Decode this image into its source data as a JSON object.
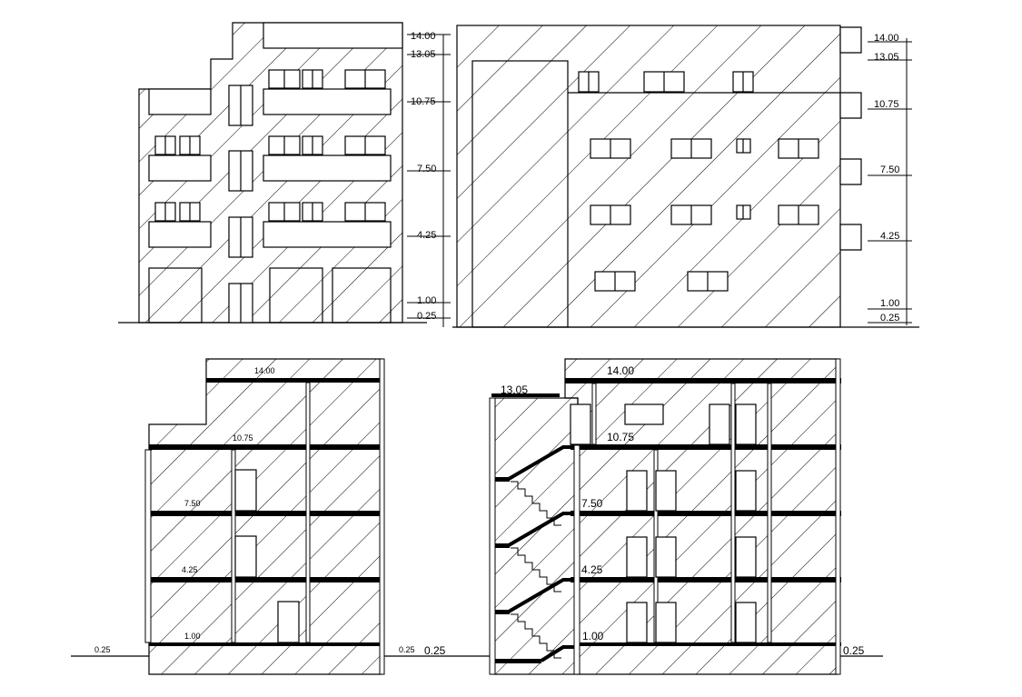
{
  "colors": {
    "ink": "#000000",
    "paper": "#ffffff"
  },
  "elevation_front": {
    "levels": [
      "14.00",
      "13.05",
      "10.75",
      "7.50",
      "4.25",
      "1.00",
      "0.25"
    ]
  },
  "elevation_side": {
    "levels": [
      "14.00",
      "13.05",
      "10.75",
      "7.50",
      "4.25",
      "1.00",
      "0.25"
    ]
  },
  "section_a": {
    "levels": [
      "14.00",
      "10.75",
      "7.50",
      "4.25",
      "1.00",
      "0.25",
      "0.25"
    ]
  },
  "section_b": {
    "levels": [
      "14.00",
      "13.05",
      "10.75",
      "7.50",
      "4.25",
      "1.00",
      "0.25",
      "0.25"
    ]
  }
}
